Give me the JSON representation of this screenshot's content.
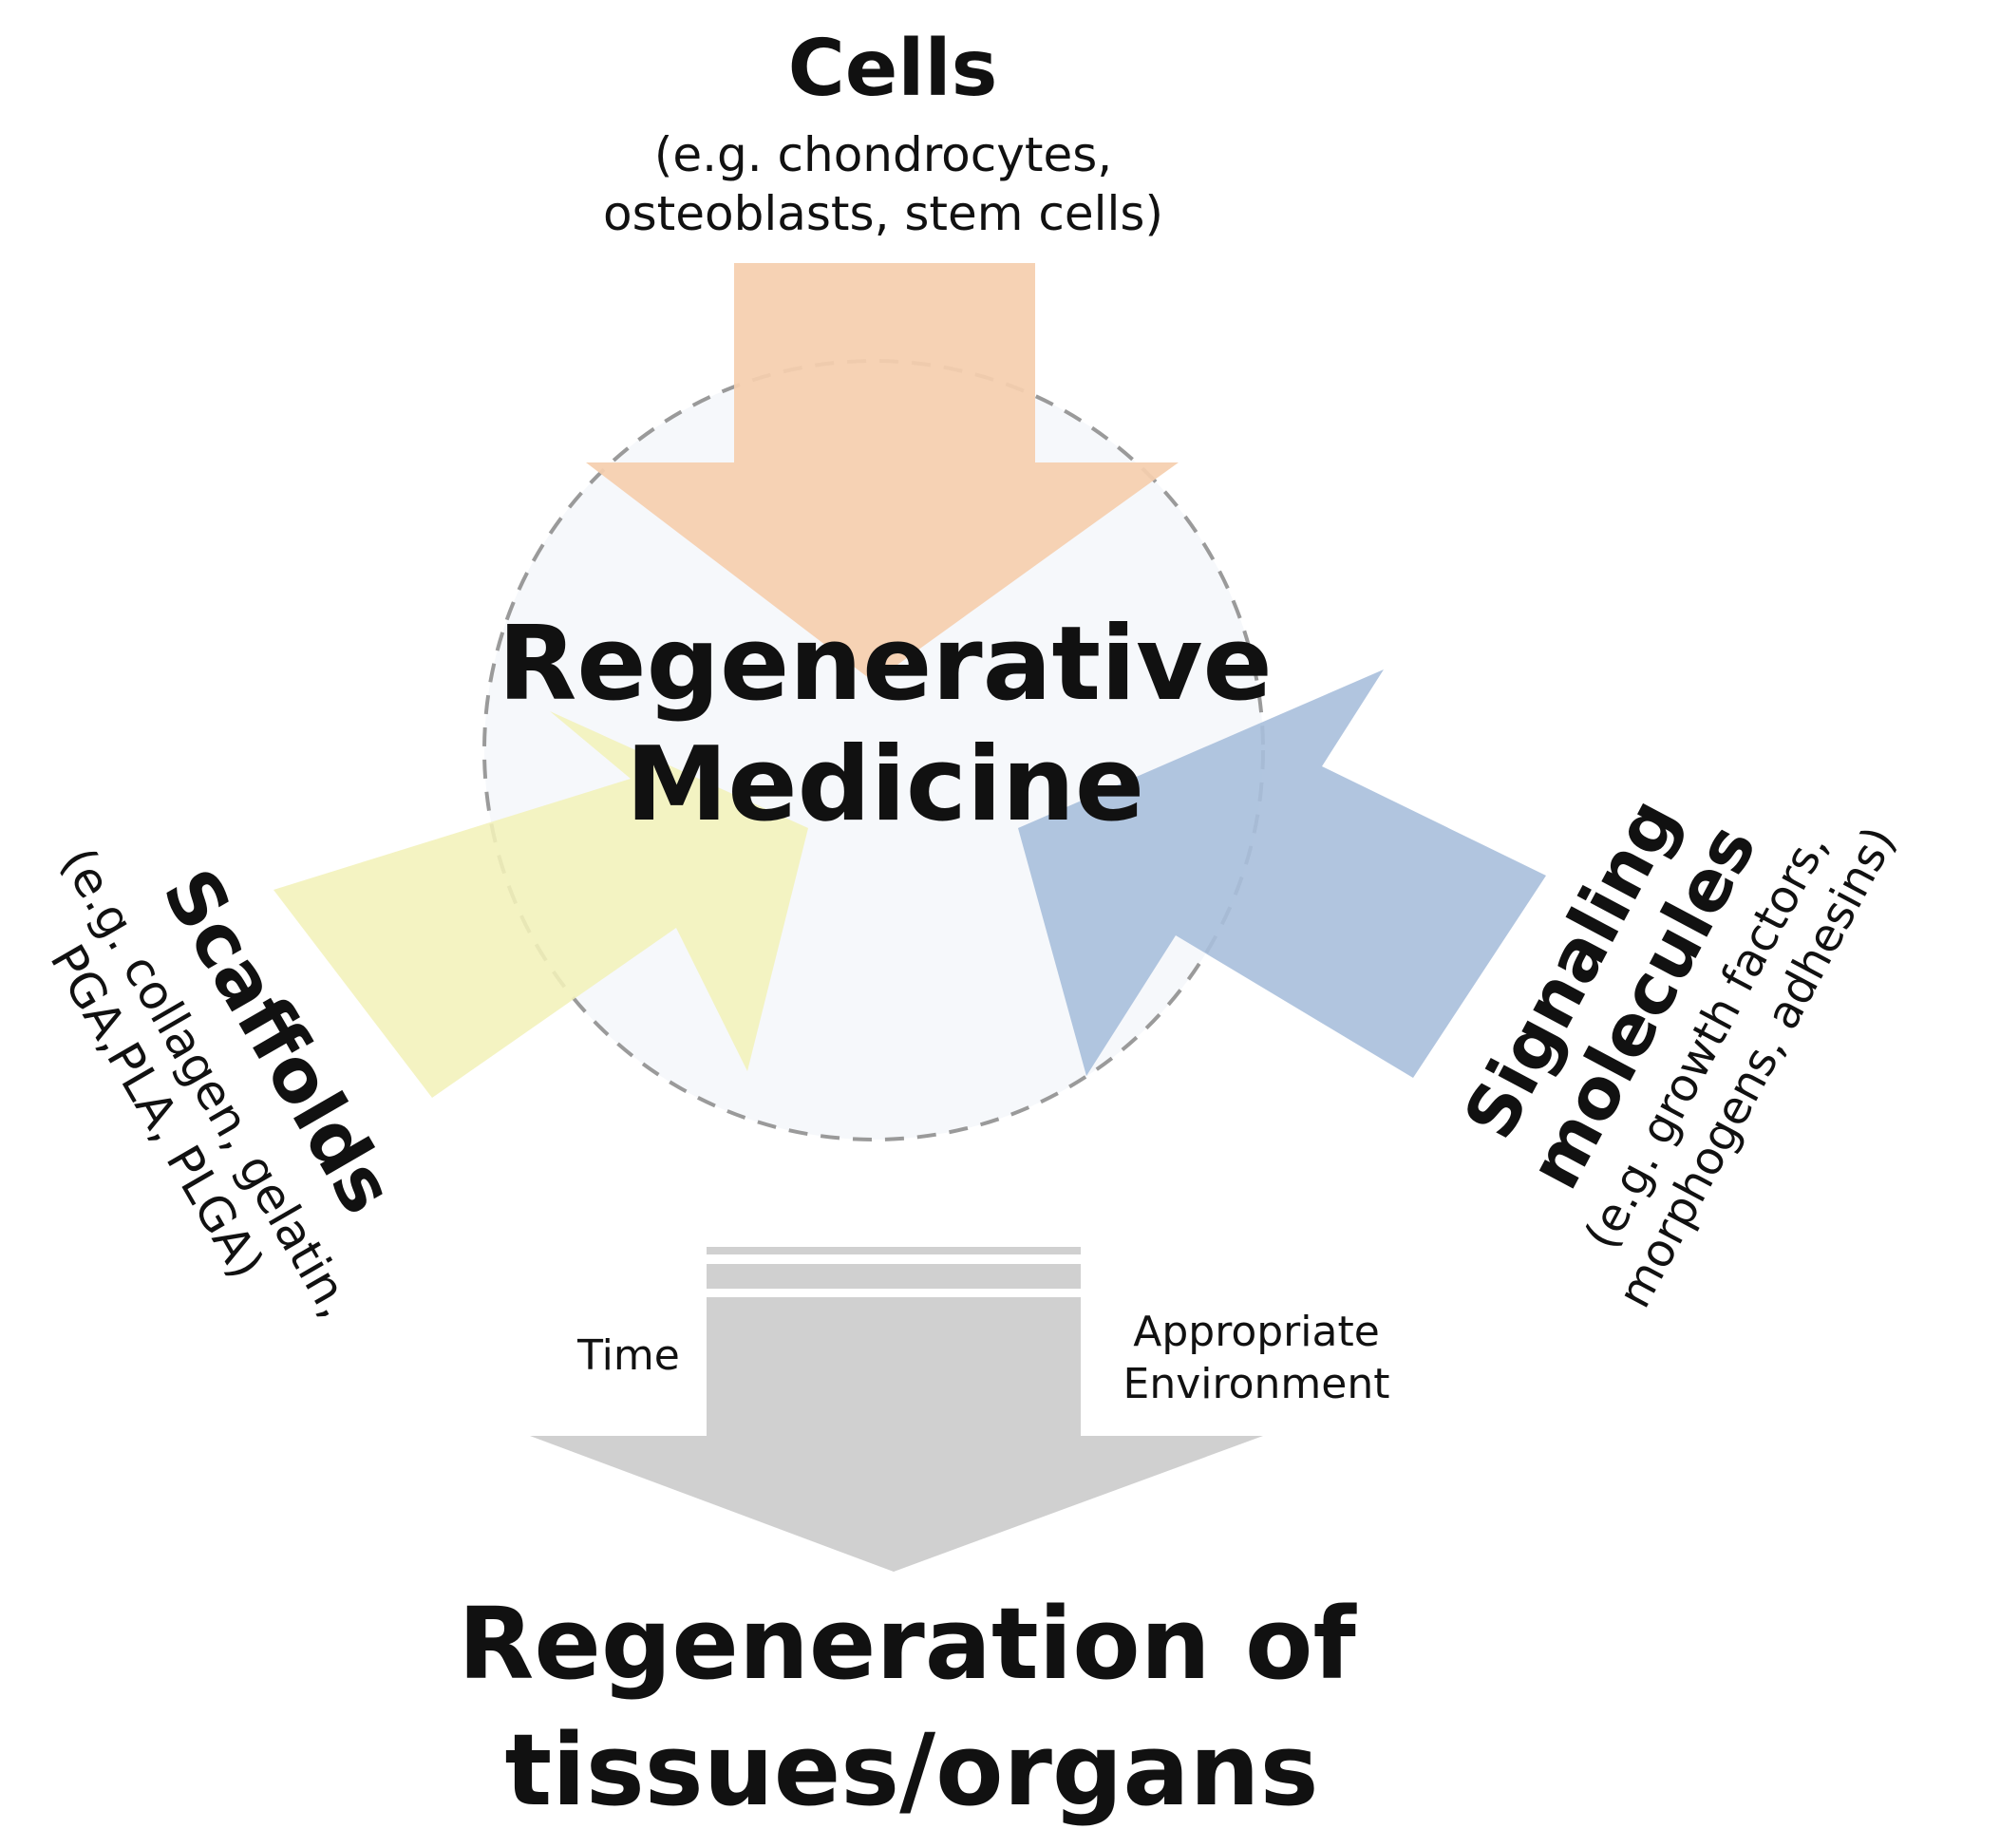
{
  "center": {
    "line1": "Regenerative",
    "line2": "Medicine"
  },
  "inputs": {
    "cells": {
      "title": "Cells",
      "example_line1": "(e.g. chondrocytes,",
      "example_line2": "osteoblasts, stem cells)"
    },
    "scaffolds": {
      "title": "Scaffolds",
      "example_line1": "(e.g. collagen, gelatin,",
      "example_line2": "PGA,PLA, PLGA)"
    },
    "signaling": {
      "title_line1": "Signaling",
      "title_line2": "molecules",
      "example_line1": "(e.g. growth factors,",
      "example_line2": "morphogens, adhesins)"
    }
  },
  "process": {
    "left_label": "Time",
    "right_label_line1": "Appropriate",
    "right_label_line2": "Environment"
  },
  "outcome": {
    "line1": "Regeneration of",
    "line2": "tissues/organs"
  },
  "colors": {
    "cells_arrow": "#f5cfae",
    "scaffolds_arrow": "#f3f1ba",
    "signaling_arrow": "#a9bfdb",
    "outcome_arrow": "#d0d0d0",
    "circle_fill": "#f6f8fb",
    "circle_stroke": "#9a9a9a",
    "text": "#111111"
  }
}
